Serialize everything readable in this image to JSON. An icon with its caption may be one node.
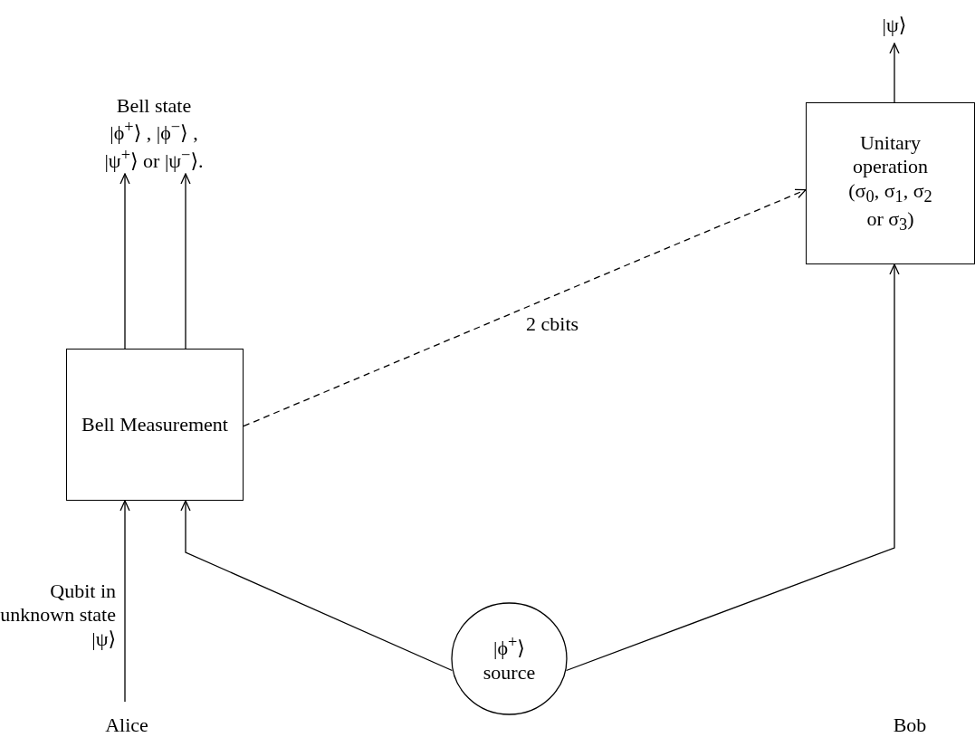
{
  "diagram": {
    "nodes": [
      {
        "text": [
          "Bell Measurement"
        ]
      },
      {
        "text": [
          "Unitary operation (σ$_{0}$, σ$_{1}$, σ$_{2}$ or σ$_{3}$)"
        ]
      },
      {
        "text": [
          "|ϕ$^{+}$⟩ source"
        ]
      },
      {
        "text": [
          "Bell state |ϕ$^{+}$⟩ , |ϕ$^{−}$⟩ , |ψ$^{+}$⟩ or |ψ$^{−}$⟩."
        ]
      },
      {
        "text": [
          "|ψ⟩"
        ]
      }
    ],
    "edges": [
      {
        "from": null,
        "to": 0,
        "arrow": "to"
      },
      {
        "from": 2,
        "to": 0,
        "arrow": "to"
      },
      {
        "from": 2,
        "to": 1,
        "arrow": "to"
      },
      {
        "from": 0,
        "to": 1,
        "arrow": "to",
        "label": "2 cbits",
        "style": "dashed"
      },
      {
        "from": 0,
        "to": 3,
        "arrow": "to"
      },
      {
        "from": 0,
        "to": 3,
        "arrow": "to"
      },
      {
        "from": 1,
        "to": 4,
        "arrow": "to"
      }
    ],
    "labels": [
      "Qubit in unknown state |ψ⟩",
      "Alice",
      "Bob"
    ]
  }
}
